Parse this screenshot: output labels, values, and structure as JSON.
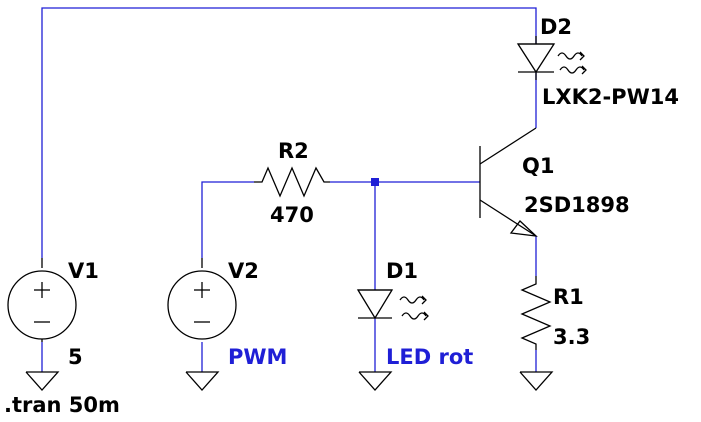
{
  "components": {
    "d2": {
      "ref": "D2",
      "value": "LXK2-PW14"
    },
    "q1": {
      "ref": "Q1",
      "value": "2SD1898"
    },
    "r2": {
      "ref": "R2",
      "value": "470"
    },
    "r1": {
      "ref": "R1",
      "value": "3.3"
    },
    "d1": {
      "ref": "D1",
      "value": "LED rot"
    },
    "v1": {
      "ref": "V1",
      "value": "5"
    },
    "v2": {
      "ref": "V2",
      "value": "PWM"
    }
  },
  "directive": ".tran 50m",
  "colors": {
    "wire": "#1f1fd6",
    "component": "#000000",
    "blue_label": "#1f1fd6"
  }
}
